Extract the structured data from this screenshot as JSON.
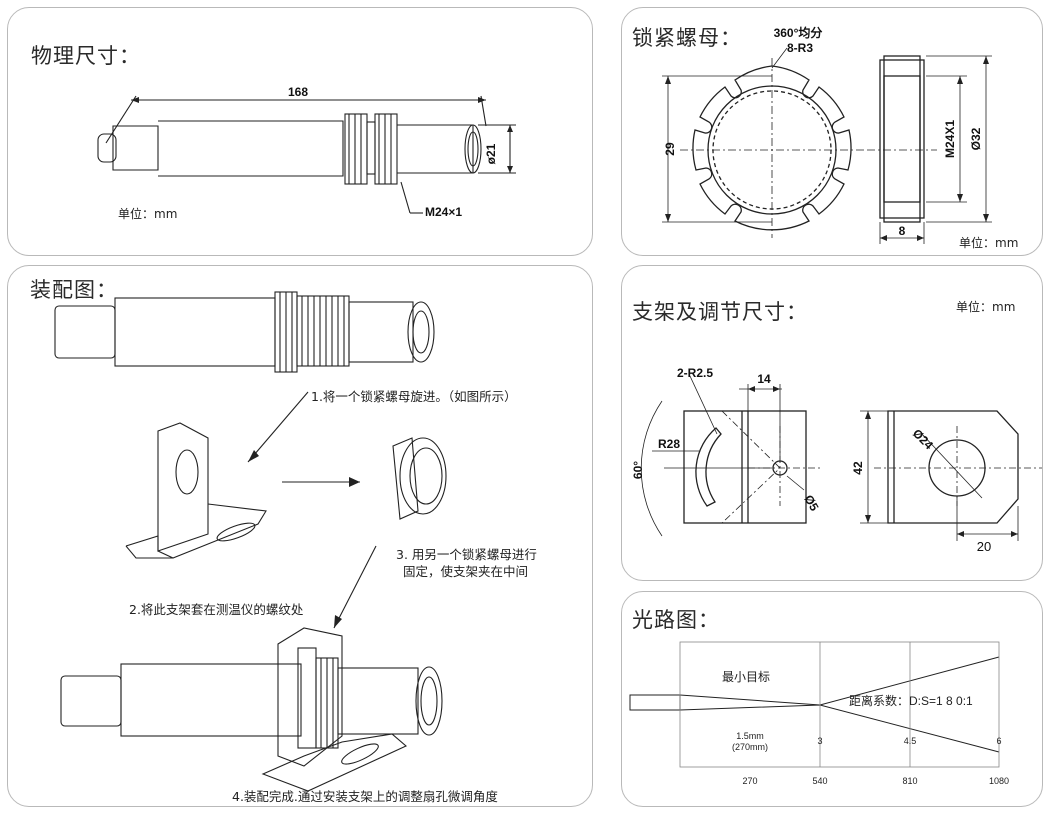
{
  "dimensions": {
    "title": "物理尺寸：",
    "length": "168",
    "diameter": "ø21",
    "thread": "M24×1",
    "unit": "单位：mm"
  },
  "assembly": {
    "title": "装配图：",
    "step1": "1.将一个锁紧螺母旋进。（如图所示）",
    "step2": "2.将此支架套在测温仪的螺纹处",
    "step3_line1": "3. 用另一个锁紧螺母进行",
    "step3_line2": "固定，使支架夹在中间",
    "step4": "4.装配完成.通过安装支架上的调整扇孔微调角度"
  },
  "nut": {
    "title": "锁紧螺母：",
    "angle": "360°均分",
    "notch": "8-R3",
    "height": "29",
    "thread": "M24X1",
    "outer": "Ø32",
    "width": "8",
    "unit": "单位：mm"
  },
  "bracket": {
    "title": "支架及调节尺寸：",
    "unit": "单位：mm",
    "slot": "2-R2.5",
    "top_width": "14",
    "radius": "R28",
    "angle": "60°",
    "hole_small": "Ø5",
    "height": "42",
    "hole_big": "Ø24",
    "offset": "20"
  },
  "optics": {
    "title": "光路图：",
    "spot_label": "最小目标",
    "ratio_label": "距离系数：D:S=1 8 0:1",
    "diam_min": "1.5mm",
    "diam_min_dist": "(270mm)",
    "chart_data": {
      "type": "table",
      "distances": [
        "270",
        "540",
        "810",
        "1080"
      ],
      "spot_sizes": [
        "1.5mm",
        "3",
        "4.5",
        "6"
      ]
    }
  },
  "colors": {
    "border": "#b9b9b9",
    "line": "#222222"
  }
}
